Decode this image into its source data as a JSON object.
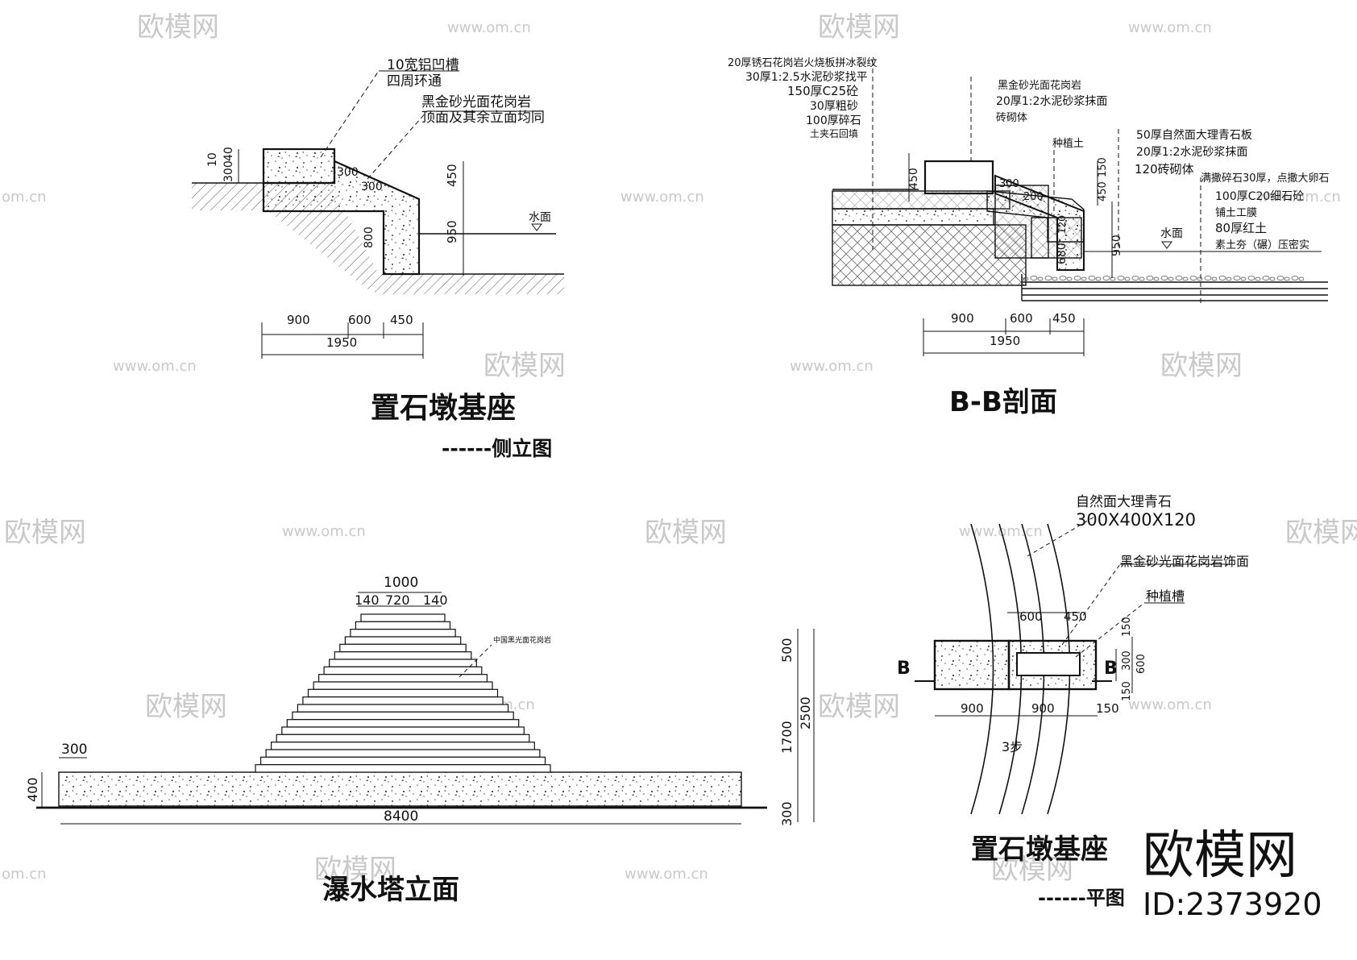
{
  "colors": {
    "line": "#111111",
    "hatch": "#555555",
    "watermark": "#cccccc",
    "water_text": "#111111"
  },
  "watermark": {
    "brand": "欧模网",
    "url": "www.om.cn",
    "url_short": "om.cn",
    "id": "ID:2373920"
  },
  "side_elevation": {
    "title": "置石墩基座",
    "subtitle": "------侧立图",
    "notes": [
      "10宽铝凹槽",
      "四周环通",
      "黑金砂光面花岗岩",
      "顶面及其余立面均同"
    ],
    "dims_left": [
      "10",
      "40",
      "300"
    ],
    "dims_inner": [
      "300",
      "300",
      "800"
    ],
    "dims_right": [
      "450",
      "950"
    ],
    "water_label": "水面",
    "dims_bottom": [
      "900",
      "600",
      "450"
    ],
    "dim_total": "1950"
  },
  "section_bb": {
    "title": "B-B剖面",
    "notes_left": [
      "20厚锈石花岗岩火烧板拼冰裂纹",
      "30厚1:2.5水泥砂浆找平",
      "150厚C25砼",
      "30厚粗砂",
      "100厚碎石",
      "土夹石回填"
    ],
    "notes_top": [
      "黑金砂光面花岗岩",
      "20厚1:2水泥砂浆抹面",
      "砖砌体"
    ],
    "plant_label": "种植土",
    "notes_right": [
      "50厚自然面大理青石板",
      "20厚1:2水泥砂浆抹面",
      "120砖砌体"
    ],
    "notes_far": [
      "满撒碎石30厚，点撒大卵石",
      "100厚C20细石砼",
      "铺土工膜",
      "80厚红土",
      "素土夯（碾）压密实"
    ],
    "dims_v": [
      "450",
      "300",
      "200",
      "150",
      "450",
      "950",
      "680",
      "120"
    ],
    "water_label": "水面",
    "dims_bottom": [
      "900",
      "600",
      "450"
    ],
    "dim_total": "1950"
  },
  "waterfall_elevation": {
    "title": "瀑水塔立面",
    "note": "中国黑光面花岗岩",
    "dims_top": [
      "1000",
      "140",
      "720",
      "140"
    ],
    "dim_left_top": "300",
    "dim_left_height": "400",
    "dim_total": "8400",
    "dims_right": [
      "500",
      "1700",
      "300"
    ],
    "dim_right_total": "2500"
  },
  "plan": {
    "title": "置石墩基座",
    "subtitle": "------平图",
    "notes": [
      "自然面大理青石",
      "300X400X120",
      "黑金砂光面花岗岩饰面",
      "种植槽"
    ],
    "dims_top": [
      "600",
      "450"
    ],
    "dims_right": [
      "150",
      "300",
      "150",
      "600"
    ],
    "dims_bottom": [
      "900",
      "900",
      "150"
    ],
    "step_label": "3步",
    "section_mark": "B"
  }
}
